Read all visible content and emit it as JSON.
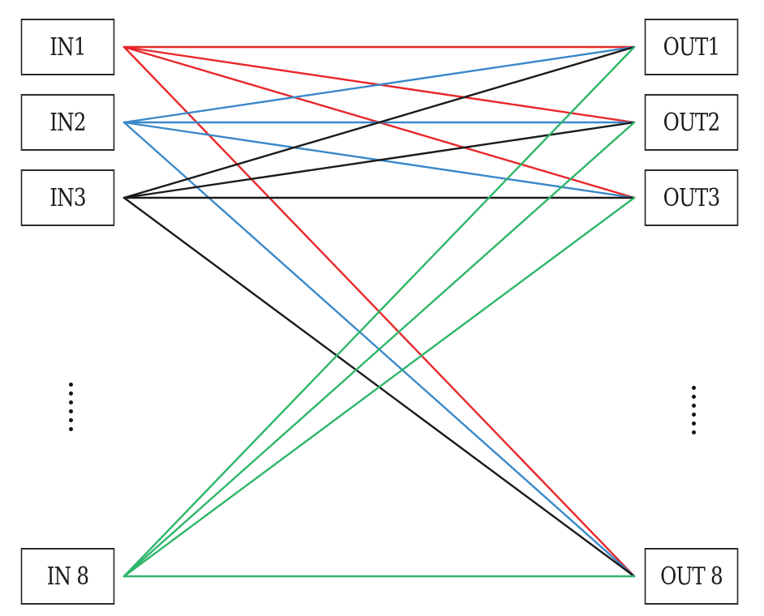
{
  "inputs": [
    {
      "id": "in1",
      "label": "IN1"
    },
    {
      "id": "in2",
      "label": "IN2"
    },
    {
      "id": "in3",
      "label": "IN3"
    },
    {
      "id": "in8",
      "label": "IN 8"
    }
  ],
  "outputs": [
    {
      "id": "out1",
      "label": "OUT1"
    },
    {
      "id": "out2",
      "label": "OUT2"
    },
    {
      "id": "out3",
      "label": "OUT3"
    },
    {
      "id": "out8",
      "label": "OUT 8"
    }
  ],
  "colors": {
    "in1": "#e8272a",
    "in2": "#3a88c9",
    "in3": "#1a1a1a",
    "in8": "#2db66a"
  },
  "connections": [
    {
      "from": "in1",
      "to": "out1"
    },
    {
      "from": "in1",
      "to": "out2"
    },
    {
      "from": "in1",
      "to": "out3"
    },
    {
      "from": "in1",
      "to": "out8"
    },
    {
      "from": "in2",
      "to": "out1"
    },
    {
      "from": "in2",
      "to": "out2"
    },
    {
      "from": "in2",
      "to": "out3"
    },
    {
      "from": "in2",
      "to": "out8"
    },
    {
      "from": "in3",
      "to": "out1"
    },
    {
      "from": "in3",
      "to": "out2"
    },
    {
      "from": "in3",
      "to": "out3"
    },
    {
      "from": "in3",
      "to": "out8"
    },
    {
      "from": "in8",
      "to": "out1"
    },
    {
      "from": "in8",
      "to": "out2"
    },
    {
      "from": "in8",
      "to": "out3"
    },
    {
      "from": "in8",
      "to": "out8"
    }
  ]
}
